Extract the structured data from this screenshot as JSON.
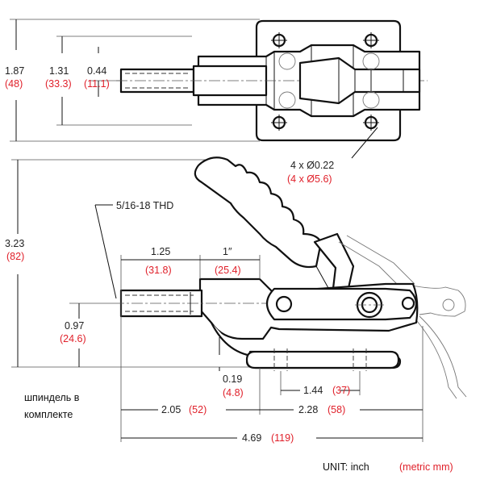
{
  "top_view": {
    "height_overall": {
      "imperial": "1.87",
      "metric": "(48)"
    },
    "height_inner": {
      "imperial": "1.31",
      "metric": "(33.3)"
    },
    "plunger_offset": {
      "imperial": "0.44",
      "metric": "(11.1)"
    },
    "holes": {
      "imperial": "4 x Ø0.22",
      "metric": "(4 x Ø5.6)"
    }
  },
  "side_view": {
    "thread": "5/16-18 THD",
    "height_overall": {
      "imperial": "3.23",
      "metric": "(82)"
    },
    "stroke_a": {
      "imperial": "1.25",
      "metric": "(31.8)"
    },
    "stroke_b": {
      "imperial": "1″",
      "metric": "(25.4)"
    },
    "plunger_height": {
      "imperial": "0.97",
      "metric": "(24.6)"
    },
    "base_thickness": {
      "imperial": "0.19",
      "metric": "(4.8)"
    },
    "hole_spacing": {
      "imperial": "1.44",
      "metric": "(37)"
    },
    "front_length": {
      "imperial": "2.05",
      "metric": "(52)"
    },
    "rear_length": {
      "imperial": "2.28",
      "metric": "(58)"
    },
    "overall_length": {
      "imperial": "4.69",
      "metric": "(119)"
    }
  },
  "note": {
    "line1": "шпиндель в",
    "line2": "комплекте"
  },
  "units": {
    "label": "UNIT:  inch",
    "metric": "(metric mm)"
  },
  "colors": {
    "metric": "#e0202a",
    "lines": "#111111"
  }
}
